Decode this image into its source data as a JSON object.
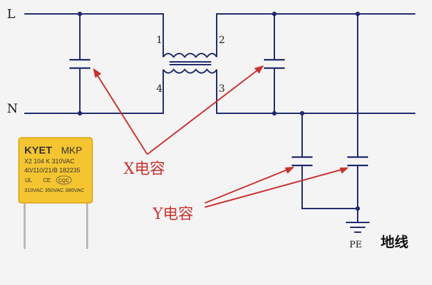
{
  "diagram": {
    "line_label": "L",
    "neutral_label": "N",
    "pins": [
      "1",
      "2",
      "3",
      "4"
    ],
    "x_cap_label": "X电容",
    "y_cap_label": "Y电容",
    "pe_label": "PE",
    "ground_label": "地线",
    "wire_color": "#1f2a6b",
    "annotation_color": "#c8332f"
  },
  "capacitor": {
    "brand": "KYET",
    "type": "MKP",
    "line1": "X2  104 K  310VAC",
    "line2": "40/110/21/B 182235",
    "cert_logos": [
      "UL",
      "CE",
      "CQC"
    ],
    "ratings": "310VAC 350VAC 380VAC",
    "body_color": "#f5c531"
  }
}
